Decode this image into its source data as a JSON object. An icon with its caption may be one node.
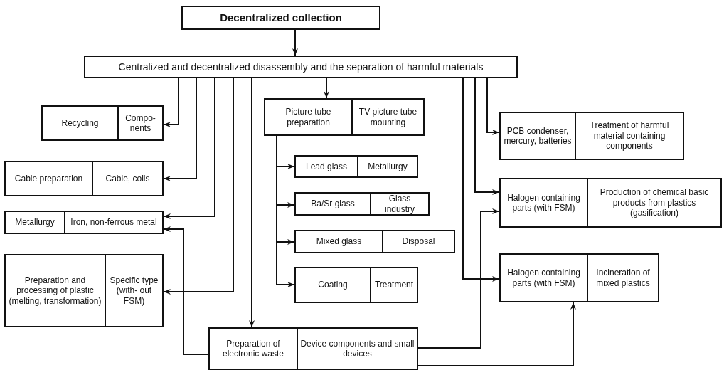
{
  "diagram": {
    "nodes": [
      {
        "text": [
          "Decentralized collection"
        ]
      },
      {
        "text": [
          "Centralized and decentralized disassembly and the separation of harmful materials"
        ]
      },
      {
        "text": [
          "Recycling",
          "Compo- nents"
        ]
      },
      {
        "text": [
          "Cable preparation",
          "Cable, coils"
        ]
      },
      {
        "text": [
          "Metallurgy",
          "Iron, non-ferrous metal"
        ]
      },
      {
        "text": [
          "Preparation and processing of plastic (melting, transformation)",
          "Specific type (with- out FSM)"
        ]
      },
      {
        "text": [
          "Picture tube preparation",
          "TV picture tube mounting"
        ]
      },
      {
        "text": [
          "Lead glass",
          "Metallurgy"
        ]
      },
      {
        "text": [
          "Ba/Sr glass",
          "Glass industry"
        ]
      },
      {
        "text": [
          "Mixed glass",
          "Disposal"
        ]
      },
      {
        "text": [
          "Coating",
          "Treatment"
        ]
      },
      {
        "text": [
          "Preparation of electronic waste",
          "Device components and small devices"
        ]
      },
      {
        "text": [
          "PCB condenser, mercury, batteries",
          "Treatment of harmful material containing components"
        ]
      },
      {
        "text": [
          "Halogen containing parts (with FSM)",
          "Production of chemical basic products from plastics (gasification)"
        ]
      },
      {
        "text": [
          "Halogen containing parts (with FSM)",
          "Incineration of mixed plastics"
        ]
      }
    ],
    "edges": [
      {
        "from": 0,
        "to": 1,
        "arrow": "to"
      },
      {
        "from": 1,
        "to": 2,
        "arrow": "to"
      },
      {
        "from": 1,
        "to": 3,
        "arrow": "to"
      },
      {
        "from": 1,
        "to": 4,
        "arrow": "to"
      },
      {
        "from": 1,
        "to": 5,
        "arrow": "to"
      },
      {
        "from": 1,
        "to": 11,
        "arrow": "to"
      },
      {
        "from": 1,
        "to": 6,
        "arrow": "to"
      },
      {
        "from": 6,
        "to": 7,
        "arrow": "to"
      },
      {
        "from": 6,
        "to": 8,
        "arrow": "to"
      },
      {
        "from": 6,
        "to": 9,
        "arrow": "to"
      },
      {
        "from": 6,
        "to": 10,
        "arrow": "to"
      },
      {
        "from": 1,
        "to": 12,
        "arrow": "to"
      },
      {
        "from": 1,
        "to": 13,
        "arrow": "to"
      },
      {
        "from": 1,
        "to": 14,
        "arrow": "to"
      },
      {
        "from": 11,
        "to": 4,
        "arrow": "to"
      },
      {
        "from": 11,
        "to": 13,
        "arrow": "to"
      },
      {
        "from": 11,
        "to": 14,
        "arrow": "to"
      }
    ]
  }
}
